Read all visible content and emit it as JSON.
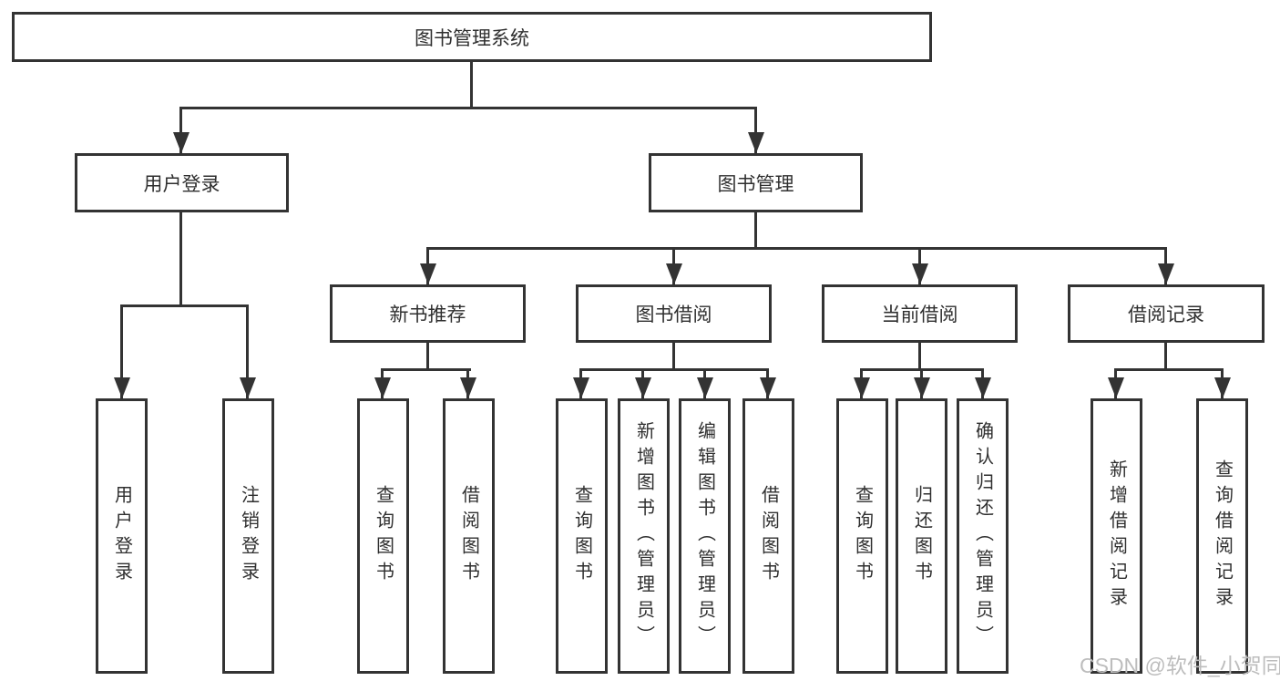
{
  "tree": {
    "label": "图书管理系统",
    "children": [
      {
        "label": "用户登录",
        "children": [
          {
            "label": "用户登录"
          },
          {
            "label": "注销登录"
          }
        ]
      },
      {
        "label": "图书管理",
        "children": [
          {
            "label": "新书推荐",
            "children": [
              {
                "label": "查询图书"
              },
              {
                "label": "借阅图书"
              }
            ]
          },
          {
            "label": "图书借阅",
            "children": [
              {
                "label": "查询图书"
              },
              {
                "label": "新增图书（管理员）"
              },
              {
                "label": "编辑图书（管理员）"
              },
              {
                "label": "借阅图书"
              }
            ]
          },
          {
            "label": "当前借阅",
            "children": [
              {
                "label": "查询图书"
              },
              {
                "label": "归还图书"
              },
              {
                "label": "确认归还（管理员）"
              }
            ]
          },
          {
            "label": "借阅记录",
            "children": [
              {
                "label": "新增借阅记录"
              },
              {
                "label": "查询借阅记录"
              }
            ]
          }
        ]
      }
    ]
  },
  "colors": {
    "line": "#333333",
    "text": "#2f2f2f",
    "watermark": "#bdbdbd",
    "background": "#ffffff"
  },
  "watermark": {
    "text": "CSDN @软件_小贺同学"
  }
}
